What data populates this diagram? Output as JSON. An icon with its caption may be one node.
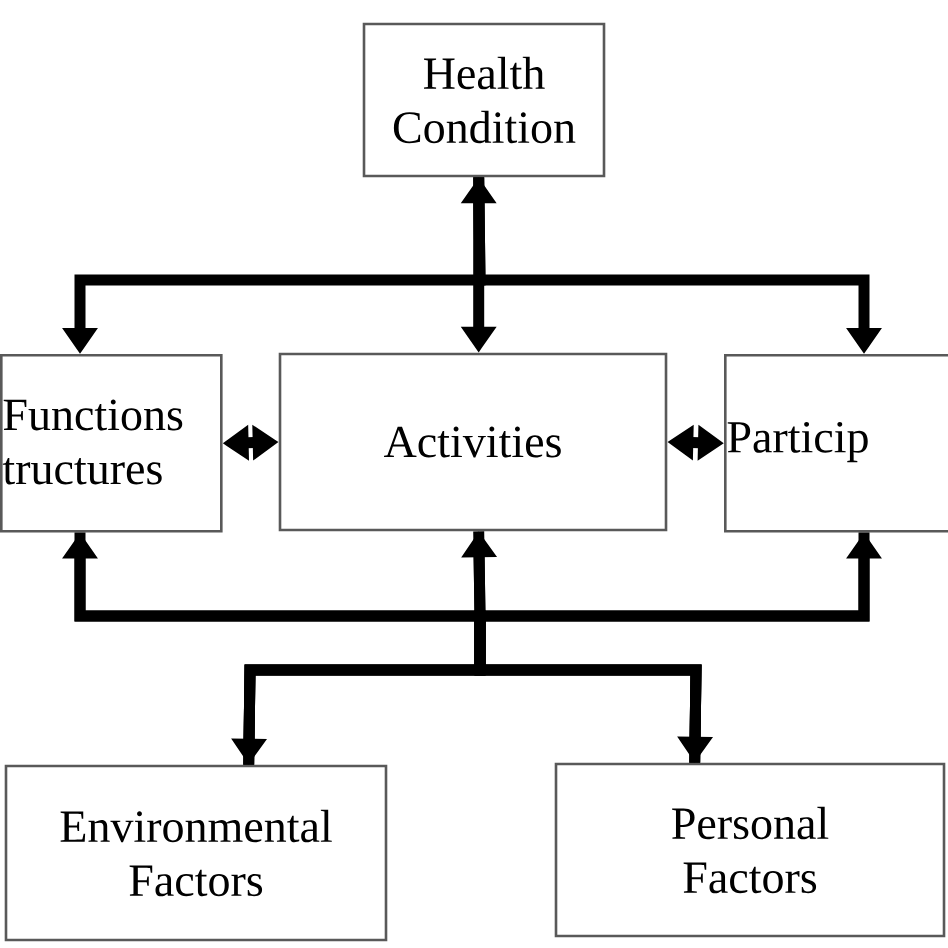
{
  "diagram": {
    "nodes": [
      {
        "text": [
          "Health Condition"
        ]
      },
      {
        "text": [
          "Functions tructures"
        ]
      },
      {
        "text": [
          "Activities"
        ]
      },
      {
        "text": [
          "Particip"
        ]
      },
      {
        "text": [
          "Environmental Factors"
        ]
      },
      {
        "text": [
          "Personal Factors"
        ]
      }
    ],
    "edges": [
      {
        "from": 0,
        "to": 1,
        "arrow": "to"
      },
      {
        "from": 0,
        "to": 2,
        "arrow": "both"
      },
      {
        "from": 0,
        "to": 3,
        "arrow": "to"
      },
      {
        "from": 1,
        "to": 2,
        "arrow": "both"
      },
      {
        "from": 2,
        "to": 3,
        "arrow": "both"
      },
      {
        "from": 4,
        "to": 1,
        "arrow": "to"
      },
      {
        "from": 2,
        "to": 4,
        "arrow": "both"
      },
      {
        "from": 2,
        "to": 5,
        "arrow": "to"
      },
      {
        "from": 5,
        "to": 3,
        "arrow": "to"
      },
      {
        "from": 1,
        "to": 5,
        "arrow": "none"
      },
      {
        "from": 3,
        "to": 4,
        "arrow": "none"
      }
    ]
  }
}
